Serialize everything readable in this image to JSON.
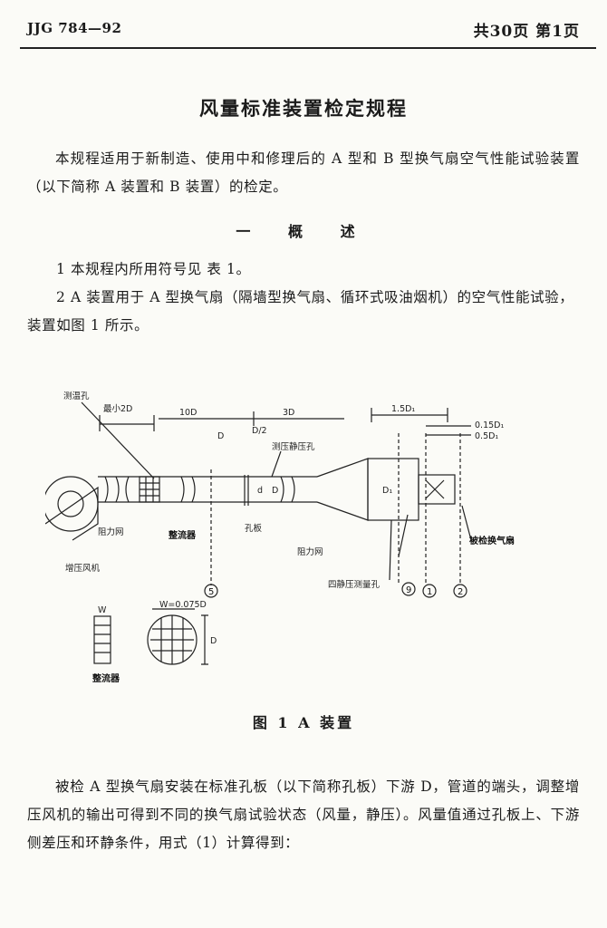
{
  "header": {
    "code": "JJG 784—92",
    "pages": "共30页  第1页"
  },
  "title": "风量标准装置检定规程",
  "intro": "本规程适用于新制造、使用中和修理后的 A 型和 B 型换气扇空气性能试验装置（以下简称 A 装置和 B 装置）的检定。",
  "section_heading": "一 概 述",
  "items": [
    "1  本规程内所用符号见 表 1。",
    "2  A 装置用于 A 型换气扇（隔墙型换气扇、循环式吸油烟机）的空气性能试验，装置如图 1 所示。"
  ],
  "figure": {
    "labels": {
      "inlet_hole": "测温孔",
      "min_2d": "最小2D",
      "ten_d": "10D",
      "three_d": "3D",
      "d_over_2": "D/2",
      "d_label": "D",
      "static_holes": "测压静压孔",
      "d_small": "d",
      "d_big": "D",
      "one_five_d1": "1.5D₁",
      "zero_15_d1": "0.15D₁",
      "zero_5_d1": "0.5D₁",
      "d1": "D₁",
      "damper": "阻力网",
      "straightener": "整流器",
      "orifice": "孔板",
      "damper2": "阻力网",
      "static_ring": "四静压测量孔",
      "fan_tested": "被检换气扇",
      "booster": "增压风机",
      "straightener_label": "整流器",
      "w_label": "W",
      "w_eq": "W=0.075D",
      "d_height": "D",
      "circle_5": "5",
      "circle_9": "9",
      "circle_1": "1",
      "circle_2": "2"
    }
  },
  "caption": "图 1   A 装置",
  "body": "被检 A 型换气扇安装在标准孔板（以下简称孔板）下游 D，管道的端头，调整增压风机的输出可得到不同的换气扇试验状态（风量，静压）。风量值通过孔板上、下游侧差压和环静条件，用式（1）计算得到："
}
